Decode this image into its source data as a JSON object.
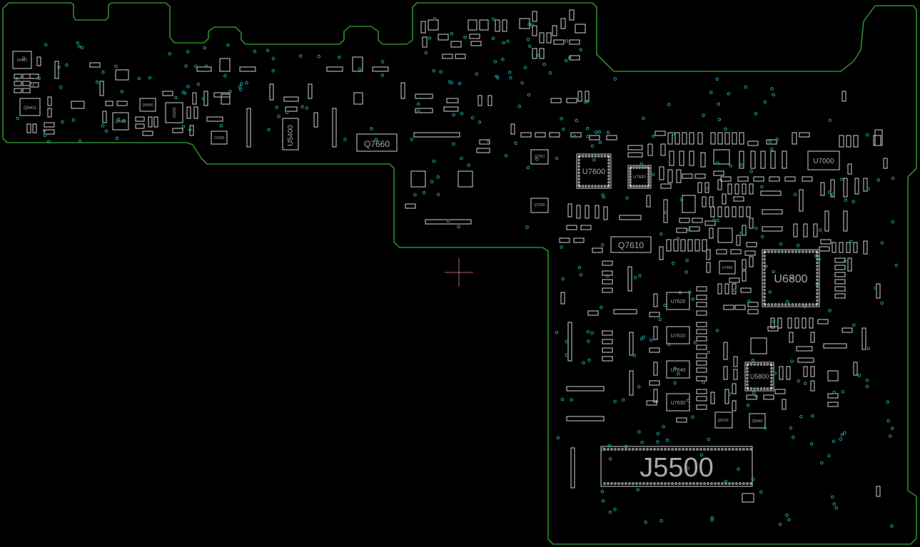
{
  "viewer": {
    "background": "#000000",
    "outline_color": "#2e8b2e",
    "pad_color": "#cfcfcf",
    "via_color": "#1fa3a3",
    "cursor_color": "#b06070"
  },
  "labels": {
    "j5500": "J5500",
    "u6800": "U6800",
    "q7660": "Q7660",
    "q7610": "Q7610",
    "u7600": "U7600",
    "u7000": "U7000",
    "u5400": "U5400",
    "u5800": "U5800",
    "u7620": "U7620",
    "u7610": "U7610",
    "u7640": "U7640",
    "u7630": "U7630",
    "u7630b": "U7630",
    "u5401": "U5401",
    "q6401": "Q6401",
    "q4550": "Q4550",
    "u5200": "U5200",
    "q4202": "Q4202",
    "c5600": "C5600",
    "q5530": "Q5530",
    "q5680": "Q5680",
    "q7650": "Q7650",
    "q7651": "Q7651",
    "u7400": "U7400"
  }
}
